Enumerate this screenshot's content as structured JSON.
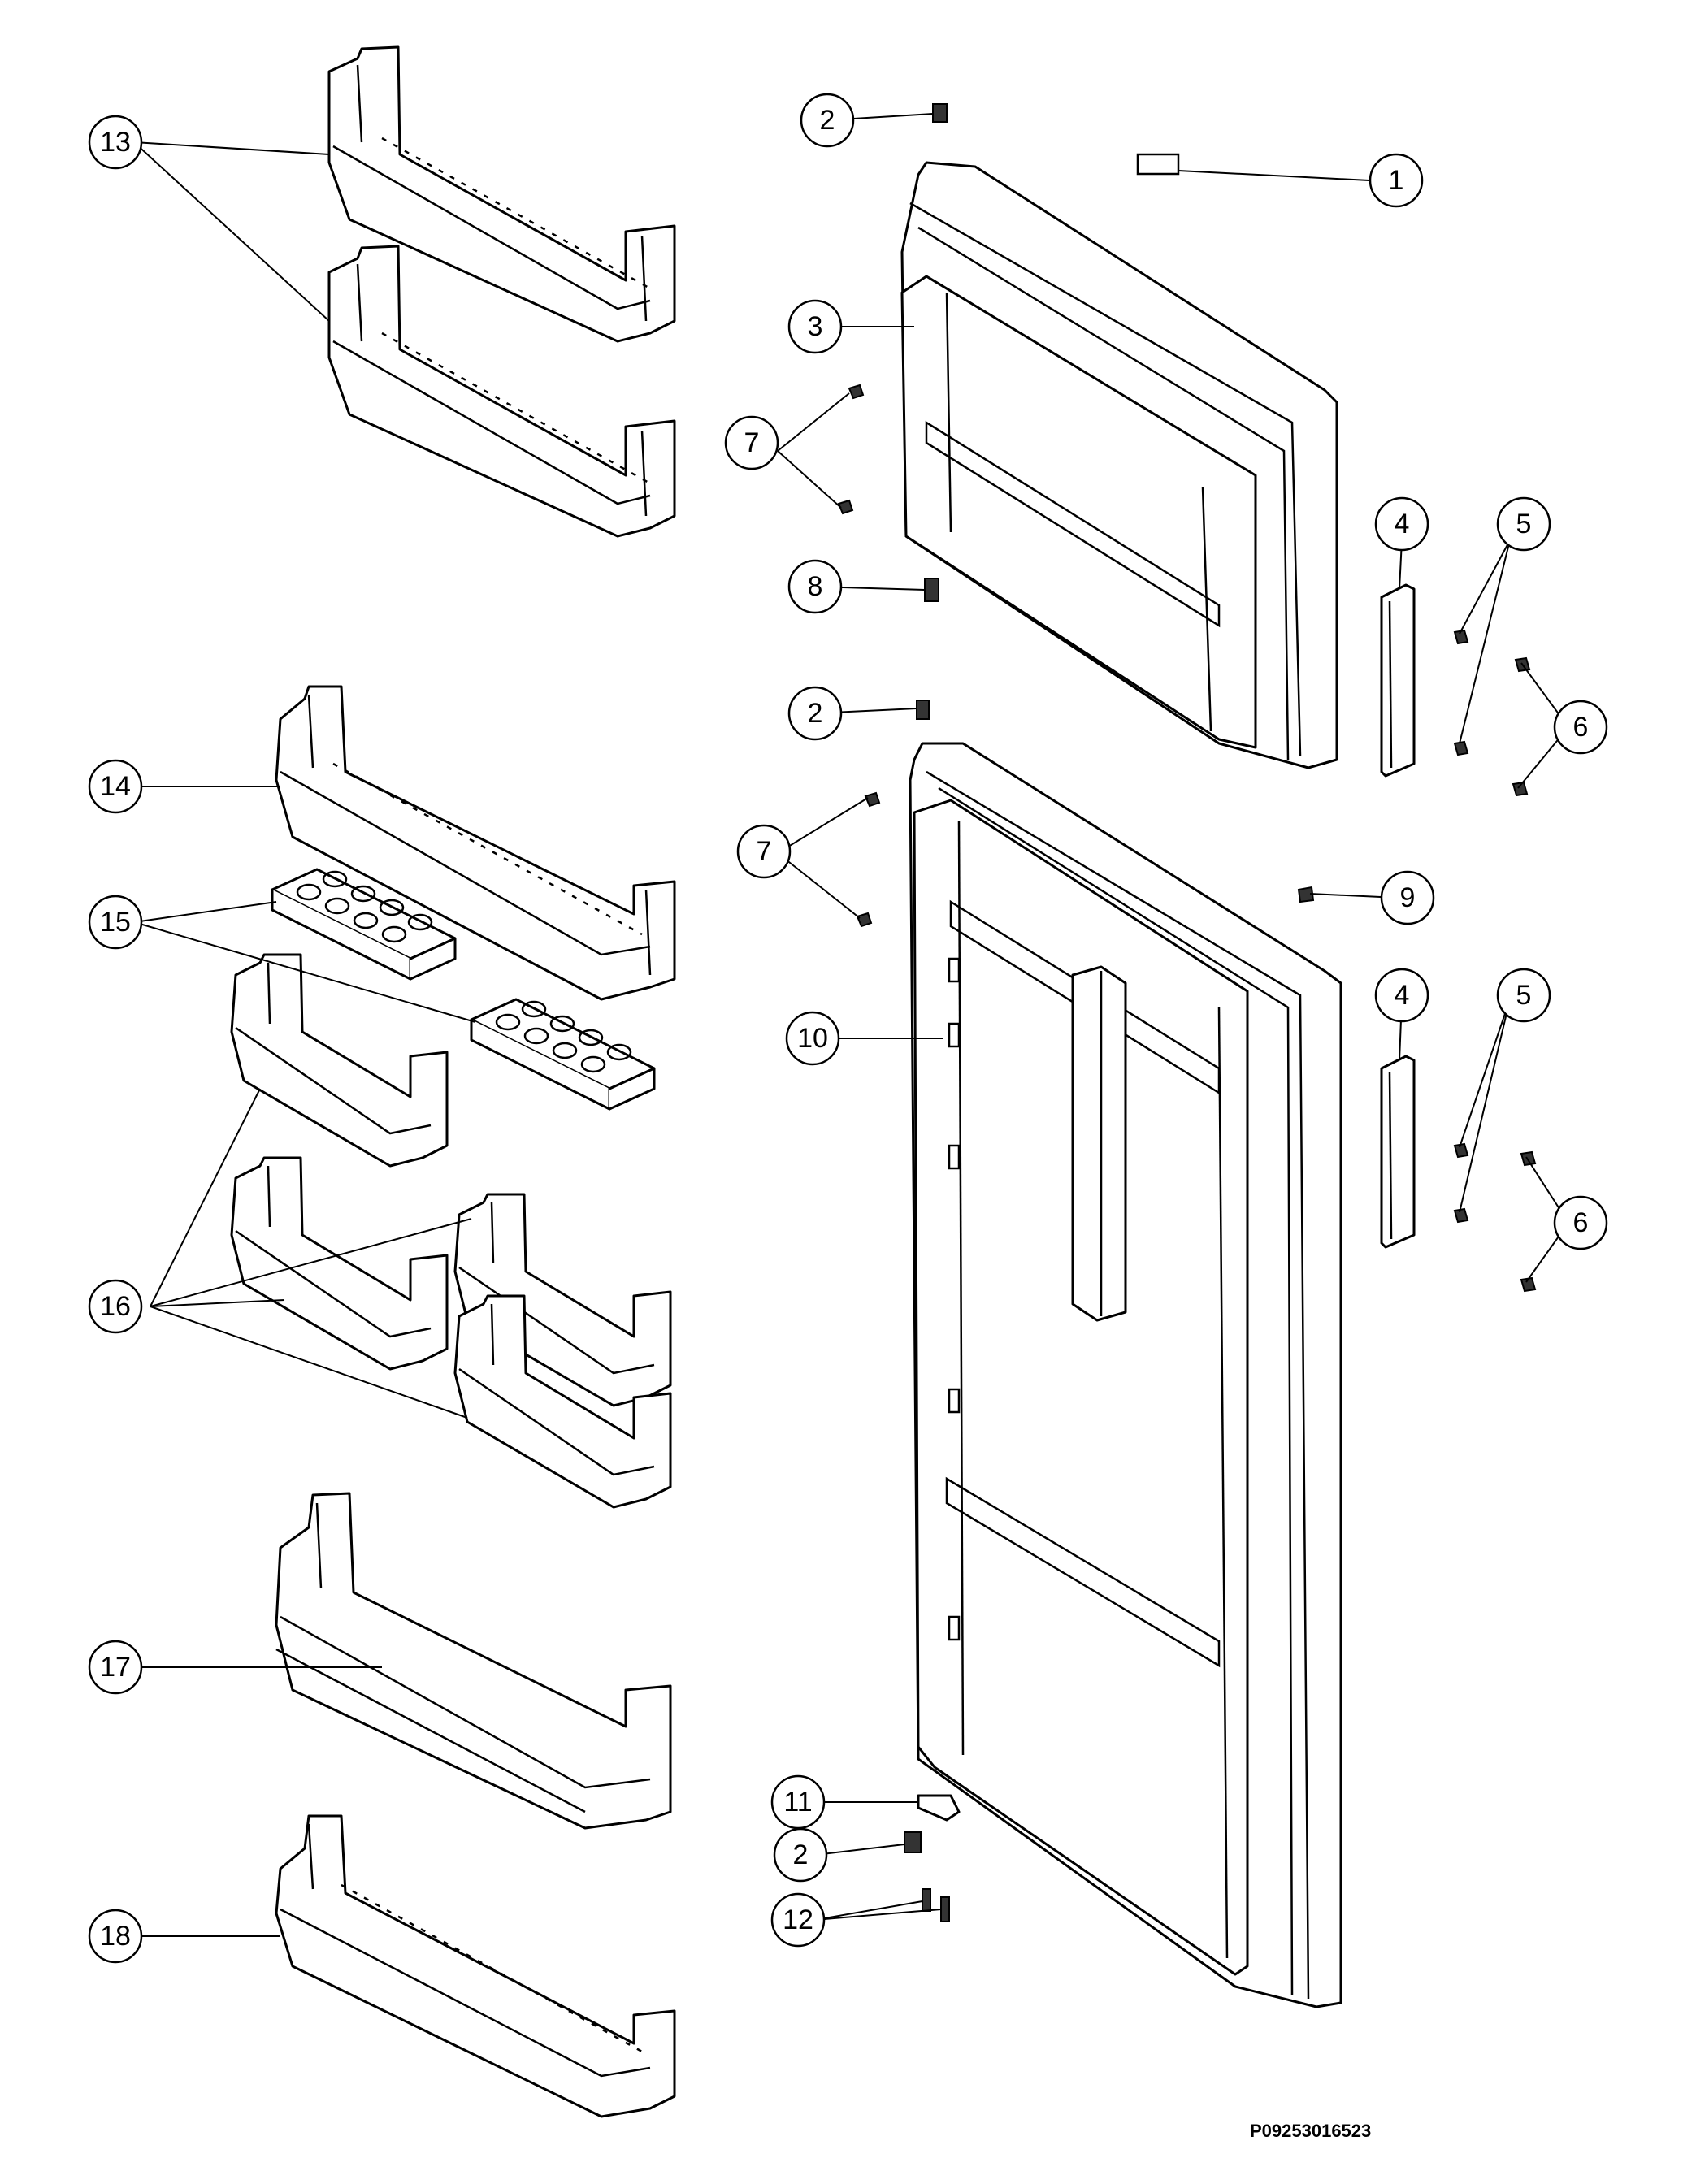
{
  "diagram": {
    "drawing_code": "P09253016523",
    "callouts": [
      {
        "id": "c1",
        "label": "1"
      },
      {
        "id": "c2a",
        "label": "2"
      },
      {
        "id": "c2b",
        "label": "2"
      },
      {
        "id": "c2c",
        "label": "2"
      },
      {
        "id": "c3",
        "label": "3"
      },
      {
        "id": "c4a",
        "label": "4"
      },
      {
        "id": "c4b",
        "label": "4"
      },
      {
        "id": "c5a",
        "label": "5"
      },
      {
        "id": "c5b",
        "label": "5"
      },
      {
        "id": "c6a",
        "label": "6"
      },
      {
        "id": "c6b",
        "label": "6"
      },
      {
        "id": "c7a",
        "label": "7"
      },
      {
        "id": "c7b",
        "label": "7"
      },
      {
        "id": "c8",
        "label": "8"
      },
      {
        "id": "c9",
        "label": "9"
      },
      {
        "id": "c10",
        "label": "10"
      },
      {
        "id": "c11",
        "label": "11"
      },
      {
        "id": "c12",
        "label": "12"
      },
      {
        "id": "c13",
        "label": "13"
      },
      {
        "id": "c14",
        "label": "14"
      },
      {
        "id": "c15",
        "label": "15"
      },
      {
        "id": "c16",
        "label": "16"
      },
      {
        "id": "c17",
        "label": "17"
      },
      {
        "id": "c18",
        "label": "18"
      }
    ]
  }
}
